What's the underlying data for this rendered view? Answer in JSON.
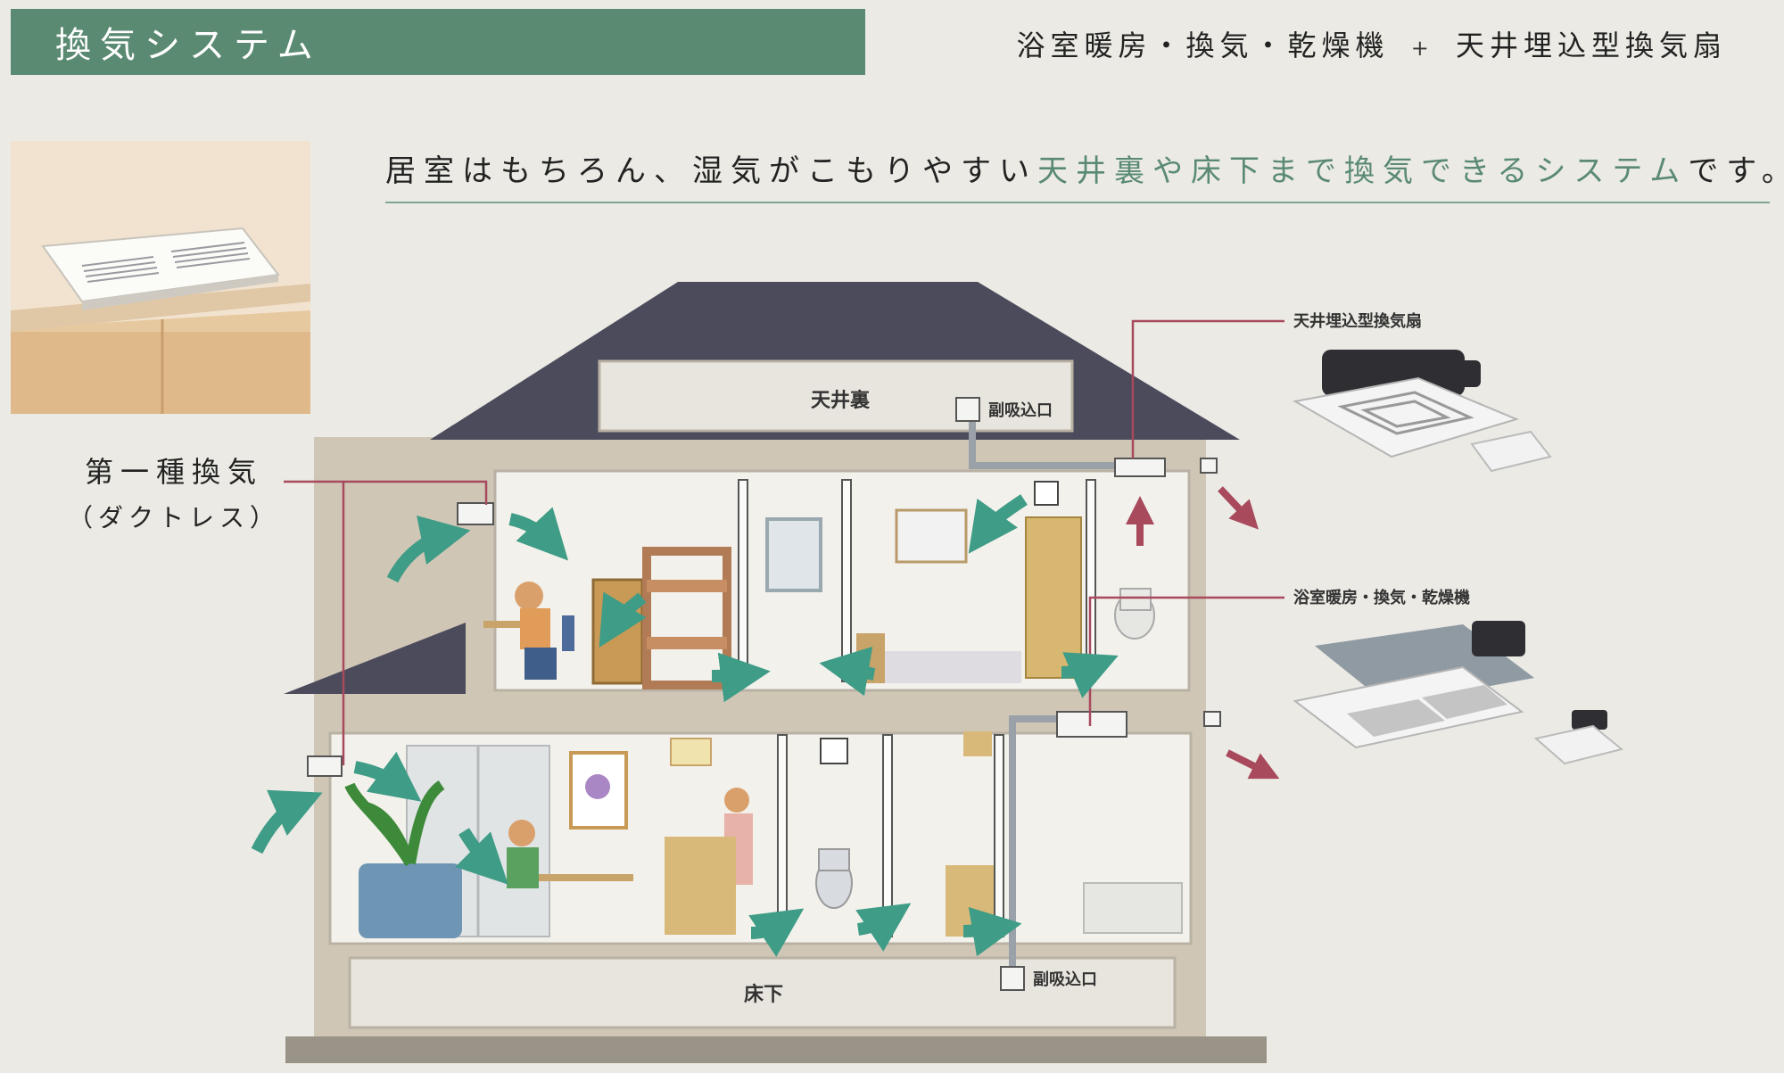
{
  "header": {
    "title": "換気システム",
    "subtitle_left": "浴室暖房・換気・乾燥機",
    "subtitle_plus": "+",
    "subtitle_right": "天井埋込型換気扇"
  },
  "lead": {
    "part1": "居室はもちろん、湿気がこもりやすい",
    "highlight": "天井裏や床下まで換気できるシステム",
    "part2": "です。"
  },
  "vent_type": {
    "line1": "第一種換気",
    "line2": "（ダクトレス）"
  },
  "house": {
    "attic_label": "天井裏",
    "under_floor_label": "床下",
    "sub_intake_upper": "副吸込口",
    "sub_intake_lower": "副吸込口"
  },
  "products": {
    "ceiling_fan_label": "天井埋込型換気扇",
    "bath_dryer_label": "浴室暖房・換気・乾燥機"
  },
  "colors": {
    "accent_green": "#5a8a72",
    "arrow_teal": "#3f9c86",
    "exhaust_red": "#a8495c",
    "roof": "#4c4b5c",
    "wall": "#cfc6b6"
  }
}
